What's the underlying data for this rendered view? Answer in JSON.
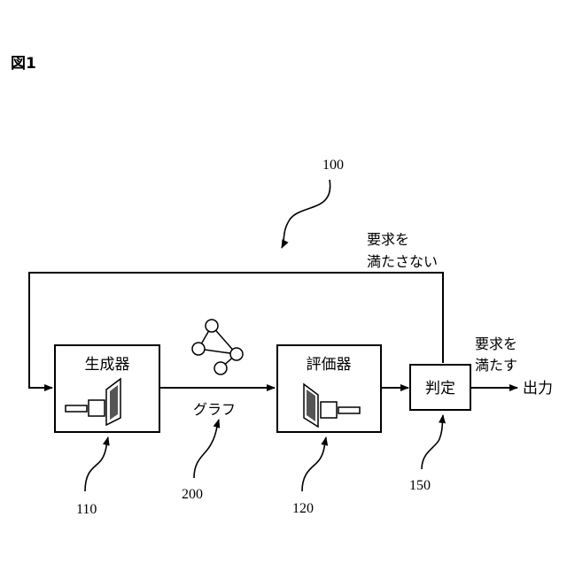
{
  "figure": {
    "label": "図1"
  },
  "system": {
    "ref": "100"
  },
  "blocks": {
    "generator": {
      "label": "生成器",
      "ref": "110"
    },
    "evaluator": {
      "label": "評価器",
      "ref": "120"
    },
    "judge": {
      "label": "判定",
      "ref": "150"
    }
  },
  "graph": {
    "label": "グラフ",
    "ref": "200"
  },
  "feedback": {
    "line1": "要求を",
    "line2": "満たさない"
  },
  "satisfied": {
    "line1": "要求を",
    "line2": "満たす"
  },
  "output": {
    "label": "出力"
  },
  "icons": {
    "generator_icon": "computer-icon",
    "evaluator_icon": "computer-icon",
    "graph_icon": "graph-network-icon"
  }
}
